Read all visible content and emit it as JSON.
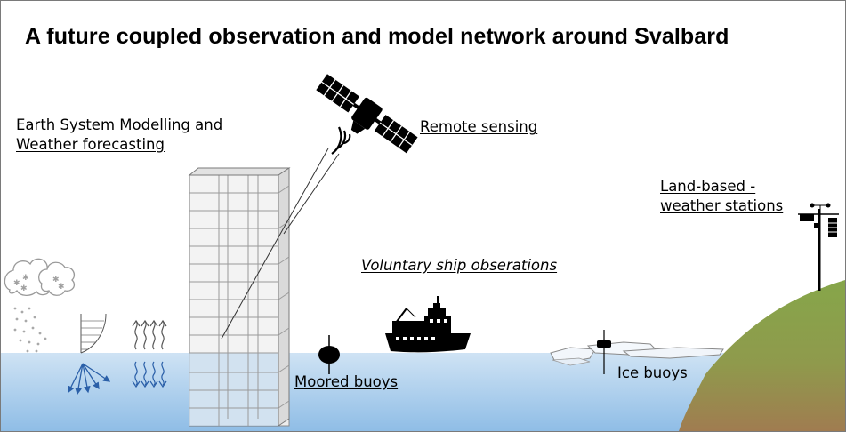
{
  "diagram": {
    "title": "A future coupled observation and model network around Svalbard",
    "labels": {
      "modelling": [
        "Earth System Modelling and",
        "Weather forecasting"
      ],
      "remote_sensing": "Remote sensing",
      "land_based": [
        "Land-based -",
        "weather stations"
      ],
      "voluntary_ship": "Voluntary ship obserations",
      "moored_buoys": "Moored buoys",
      "ice_buoys": "Ice buoys"
    },
    "colors": {
      "sea_top": "#cfe3f4",
      "sea_bottom": "#8fbde6",
      "land_top": "#86a64a",
      "land_bottom": "#a07c50",
      "arrow_blue": "#2a5fa8",
      "grid_grey": "#9a9a9a"
    },
    "icons": [
      "cloud-snow-icon",
      "wind-profile-icon",
      "heat-flux-icon",
      "model-grid-icon",
      "satellite-icon",
      "ship-icon",
      "buoy-icon",
      "sea-ice-icon",
      "weather-station-icon"
    ]
  }
}
